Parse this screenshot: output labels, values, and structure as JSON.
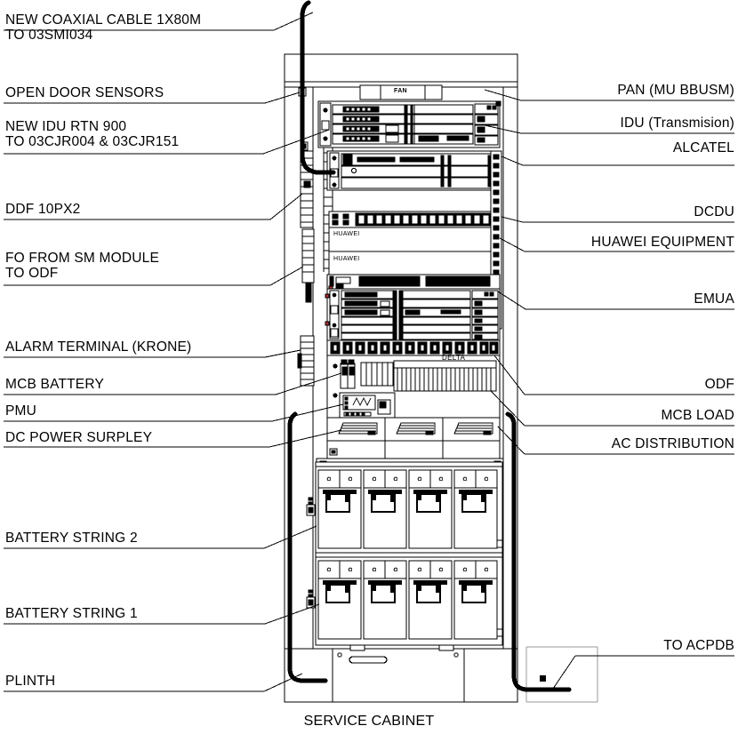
{
  "diagram": {
    "title": "SERVICE CABINET",
    "caption_label": "SERVICE CABINET"
  },
  "left_labels": [
    {
      "id": "new-coaxial-cable",
      "line1": "NEW COAXIAL CABLE 1X80M",
      "line2": "TO 03SMI034"
    },
    {
      "id": "open-door-sensors",
      "line1": "OPEN DOOR SENSORS",
      "line2": ""
    },
    {
      "id": "new-idu-rtn-900",
      "line1": "NEW IDU RTN 900",
      "line2": "TO 03CJR004 & 03CJR151"
    },
    {
      "id": "ddf-10px2",
      "line1": "DDF 10PX2",
      "line2": ""
    },
    {
      "id": "fo-from-sm-module",
      "line1": "FO FROM SM MODULE",
      "line2": "TO ODF"
    },
    {
      "id": "alarm-terminal",
      "line1": "ALARM TERMINAL (KRONE)",
      "line2": ""
    },
    {
      "id": "mcb-battery",
      "line1": "MCB BATTERY",
      "line2": ""
    },
    {
      "id": "pmu",
      "line1": "PMU",
      "line2": ""
    },
    {
      "id": "dc-power-surpley",
      "line1": "DC POWER SURPLEY",
      "line2": ""
    },
    {
      "id": "battery-string-2",
      "line1": "BATTERY STRING 2",
      "line2": ""
    },
    {
      "id": "battery-string-1",
      "line1": "BATTERY STRING 1",
      "line2": ""
    },
    {
      "id": "plinth",
      "line1": "PLINTH",
      "line2": ""
    }
  ],
  "right_labels": [
    {
      "id": "pan-mu-bbusm",
      "text": "PAN (MU BBUSM)"
    },
    {
      "id": "idu-transmision",
      "text": "IDU (Transmision)"
    },
    {
      "id": "alcatel",
      "text": "ALCATEL"
    },
    {
      "id": "dcdu",
      "text": "DCDU"
    },
    {
      "id": "huawei-equipment",
      "text": "HUAWEI EQUIPMENT"
    },
    {
      "id": "emua",
      "text": "EMUA"
    },
    {
      "id": "odf",
      "text": "ODF"
    },
    {
      "id": "mcb-load",
      "text": "MCB LOAD"
    },
    {
      "id": "ac-distribution",
      "text": "AC DISTRIBUTION"
    },
    {
      "id": "to-acpdb",
      "text": "TO ACPDB"
    }
  ],
  "rack_text": {
    "fan": "FAN",
    "huawei_1": "HUAWEI",
    "huawei_2": "HUAWEI",
    "delta": "DELTA"
  },
  "colors": {
    "stroke": "#000000",
    "background": "#ffffff",
    "thick_cable": "#000000",
    "faint_guide": "#8c8c8c"
  },
  "rack_sections": [
    {
      "name": "fan-tray",
      "label": "FAN"
    },
    {
      "name": "transmission-idu",
      "label": "IDU (Transmision) ALCATEL"
    },
    {
      "name": "pan-mu-bbusm-unit",
      "label": "PAN (MU BBUSM)"
    },
    {
      "name": "dcdu-unit",
      "label": "DCDU"
    },
    {
      "name": "huawei-panel-1",
      "label": "HUAWEI"
    },
    {
      "name": "huawei-panel-2",
      "label": "HUAWEI"
    },
    {
      "name": "emua-unit",
      "label": "EMUA"
    },
    {
      "name": "delta-rectifier",
      "label": "DELTA"
    },
    {
      "name": "battery-string-2",
      "label": "BATTERY STRING 2"
    },
    {
      "name": "battery-string-1",
      "label": "BATTERY STRING 1"
    },
    {
      "name": "plinth-base",
      "label": "PLINTH"
    }
  ]
}
